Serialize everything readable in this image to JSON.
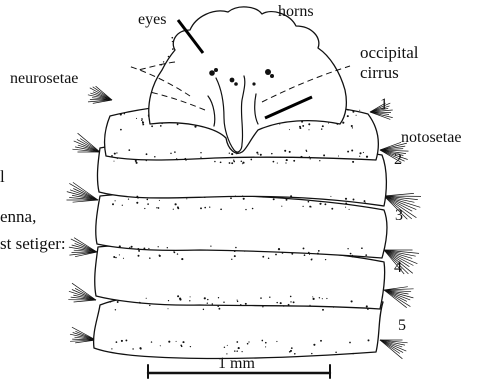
{
  "labels": {
    "eyes": "eyes",
    "horns": "horns",
    "occipital_line1": "occipital",
    "occipital_line2": "cirrus",
    "neurosetae": "neurosetae",
    "notosetae": "notosetae",
    "left_line1": "l",
    "left_line2": "enna,",
    "left_line3": "st setiger:",
    "scale": "1 mm"
  },
  "segment_numbers": [
    "1",
    "2",
    "3",
    "4",
    "5"
  ],
  "colors": {
    "ink": "#111111",
    "background": "#ffffff"
  }
}
